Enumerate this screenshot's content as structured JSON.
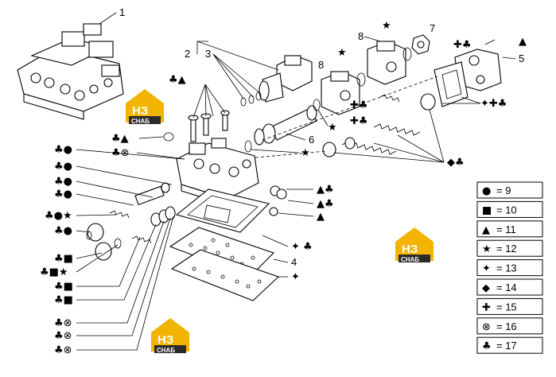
{
  "callouts": {
    "c1": "1",
    "c2": "2",
    "c3": "3",
    "c4": "4",
    "c5": "5",
    "c6": "6",
    "c7": "7",
    "c8a": "8",
    "c8b": "8"
  },
  "symbols": {
    "s_7_star": "★",
    "s_8b_star": "★",
    "s_5_plus_club": "✚♣",
    "s_5_tri": "▲",
    "s_2_club_tri": "♣▲",
    "s_left_club_tri": "♣▲",
    "s_left_club_otimes": "♣⊗",
    "s_6_star_a": "★",
    "s_6_star_b": "★",
    "s_plus_club_center": "✚♣",
    "s_right_cross_club": "✦✚♣",
    "s_diamond_club": "◆♣",
    "s_tri_club_a": "▲♣",
    "s_tri_club_b": "▲♣",
    "s_tri_c": "▲",
    "s_cross_club_4": "✦ ♣",
    "s_cross_plate": "✦",
    "left_list": [
      "♣●",
      "♣●",
      "♣●",
      "♣●",
      "♣●★",
      "♣●",
      "♣■",
      "♣■★",
      "♣■",
      "♣■",
      "♣⊗",
      "♣⊗",
      "♣⊗"
    ]
  },
  "legend": [
    {
      "symbol": "●",
      "text": "= 9"
    },
    {
      "symbol": "■",
      "text": "= 10"
    },
    {
      "symbol": "▲",
      "text": "= 11"
    },
    {
      "symbol": "★",
      "text": "= 12"
    },
    {
      "symbol": "✦",
      "text": "= 13"
    },
    {
      "symbol": "◆",
      "text": "= 14"
    },
    {
      "symbol": "✚",
      "text": "= 15"
    },
    {
      "symbol": "⊗",
      "text": "= 16"
    },
    {
      "symbol": "♣",
      "text": "= 17"
    }
  ],
  "logo": {
    "text_top": "НЗ",
    "text_bottom": "СНАБ"
  },
  "colors": {
    "logo_yellow": "#f2b400",
    "logo_dark": "#2b2b2b",
    "ink": "#000000"
  }
}
